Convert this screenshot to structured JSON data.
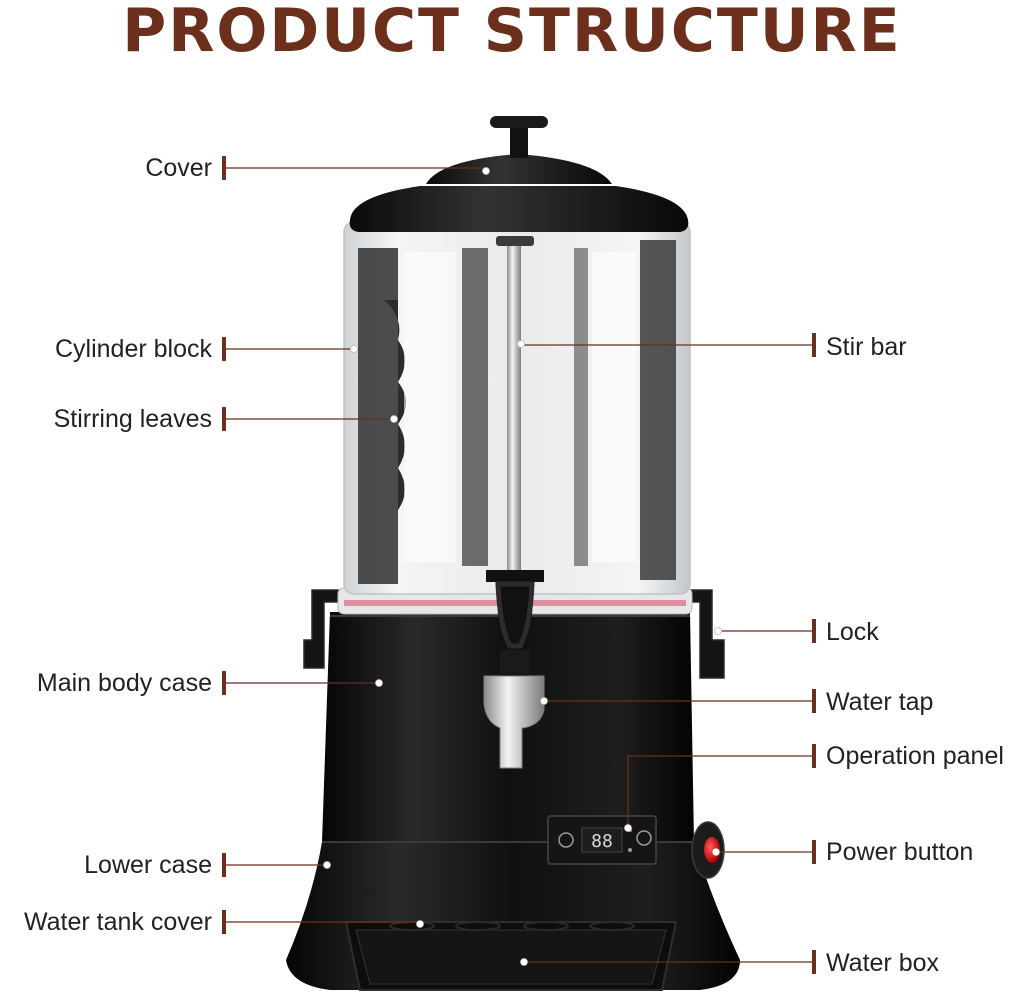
{
  "title": "PRODUCT STRUCTURE",
  "colors": {
    "title": "#6b2f1c",
    "marker": "#6b2f1c",
    "leader": "#6b2f1c",
    "label_text": "#222222",
    "machine_body": "#111111"
  },
  "labels": {
    "cover": "Cover",
    "cylinder_block": "Cylinder block",
    "stirring_leaves": "Stirring leaves",
    "main_body_case": "Main body case",
    "lower_case": "Lower case",
    "water_tank_cover": "Water tank cover",
    "stir_bar": "Stir bar",
    "lock": "Lock",
    "water_tap": "Water tap",
    "operation_panel": "Operation panel",
    "power_button": "Power button",
    "water_box": "Water box"
  },
  "panel_display": "88"
}
